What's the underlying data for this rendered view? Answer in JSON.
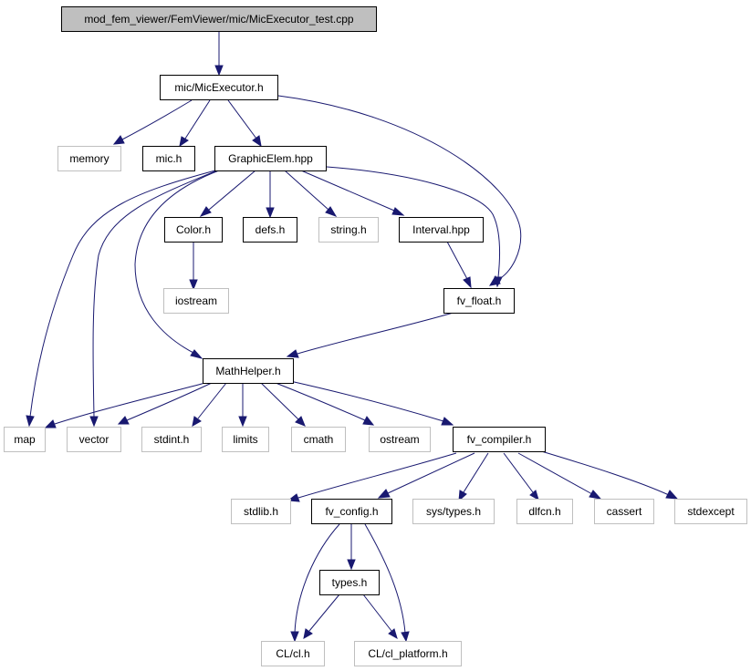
{
  "graph": {
    "nodes": {
      "root": {
        "label": "mod_fem_viewer/FemViewer/mic/MicExecutor_test.cpp",
        "kind": "root"
      },
      "micexec": {
        "label": "mic/MicExecutor.h",
        "kind": "doc"
      },
      "memory": {
        "label": "memory",
        "kind": "sys"
      },
      "mic": {
        "label": "mic.h",
        "kind": "doc"
      },
      "graphic": {
        "label": "GraphicElem.hpp",
        "kind": "doc"
      },
      "color": {
        "label": "Color.h",
        "kind": "doc"
      },
      "defs": {
        "label": "defs.h",
        "kind": "doc"
      },
      "string": {
        "label": "string.h",
        "kind": "sys"
      },
      "interval": {
        "label": "Interval.hpp",
        "kind": "doc"
      },
      "iostream": {
        "label": "iostream",
        "kind": "sys"
      },
      "fvfloat": {
        "label": "fv_float.h",
        "kind": "doc"
      },
      "mathhelper": {
        "label": "MathHelper.h",
        "kind": "doc"
      },
      "map": {
        "label": "map",
        "kind": "sys"
      },
      "vector": {
        "label": "vector",
        "kind": "sys"
      },
      "stdint": {
        "label": "stdint.h",
        "kind": "sys"
      },
      "limits": {
        "label": "limits",
        "kind": "sys"
      },
      "cmath": {
        "label": "cmath",
        "kind": "sys"
      },
      "ostream": {
        "label": "ostream",
        "kind": "sys"
      },
      "fvcompiler": {
        "label": "fv_compiler.h",
        "kind": "doc"
      },
      "stdlib": {
        "label": "stdlib.h",
        "kind": "sys"
      },
      "fvconfig": {
        "label": "fv_config.h",
        "kind": "doc"
      },
      "systypes": {
        "label": "sys/types.h",
        "kind": "sys"
      },
      "dlfcn": {
        "label": "dlfcn.h",
        "kind": "sys"
      },
      "cassert": {
        "label": "cassert",
        "kind": "sys"
      },
      "stdexcept": {
        "label": "stdexcept",
        "kind": "sys"
      },
      "types": {
        "label": "types.h",
        "kind": "doc"
      },
      "clcl": {
        "label": "CL/cl.h",
        "kind": "sys"
      },
      "clplatform": {
        "label": "CL/cl_platform.h",
        "kind": "sys"
      }
    },
    "edges": [
      [
        "root",
        "micexec"
      ],
      [
        "micexec",
        "memory"
      ],
      [
        "micexec",
        "mic"
      ],
      [
        "micexec",
        "graphic"
      ],
      [
        "micexec",
        "fvfloat"
      ],
      [
        "graphic",
        "color"
      ],
      [
        "graphic",
        "defs"
      ],
      [
        "graphic",
        "string"
      ],
      [
        "graphic",
        "interval"
      ],
      [
        "graphic",
        "fvfloat"
      ],
      [
        "graphic",
        "mathhelper"
      ],
      [
        "graphic",
        "map"
      ],
      [
        "graphic",
        "vector"
      ],
      [
        "color",
        "iostream"
      ],
      [
        "interval",
        "fvfloat"
      ],
      [
        "fvfloat",
        "mathhelper"
      ],
      [
        "mathhelper",
        "map"
      ],
      [
        "mathhelper",
        "vector"
      ],
      [
        "mathhelper",
        "stdint"
      ],
      [
        "mathhelper",
        "limits"
      ],
      [
        "mathhelper",
        "cmath"
      ],
      [
        "mathhelper",
        "ostream"
      ],
      [
        "mathhelper",
        "fvcompiler"
      ],
      [
        "fvcompiler",
        "stdlib"
      ],
      [
        "fvcompiler",
        "fvconfig"
      ],
      [
        "fvcompiler",
        "systypes"
      ],
      [
        "fvcompiler",
        "dlfcn"
      ],
      [
        "fvcompiler",
        "cassert"
      ],
      [
        "fvcompiler",
        "stdexcept"
      ],
      [
        "fvconfig",
        "types"
      ],
      [
        "fvconfig",
        "clcl"
      ],
      [
        "fvconfig",
        "clplatform"
      ],
      [
        "types",
        "clcl"
      ],
      [
        "types",
        "clplatform"
      ]
    ],
    "colors": {
      "edge": "#191970",
      "doc_border": "#000000",
      "sys_border": "#bfbfbf",
      "root_fill": "#bfbfbf"
    }
  }
}
